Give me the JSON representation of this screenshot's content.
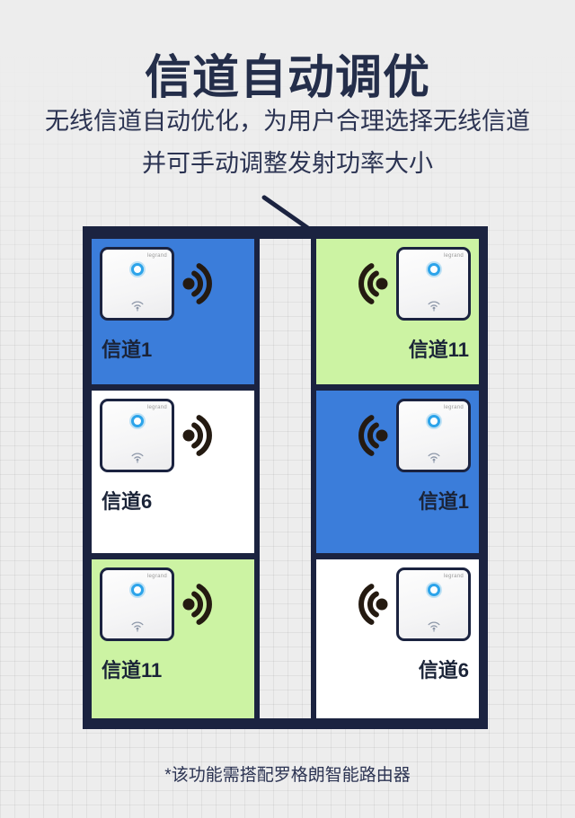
{
  "page": {
    "title": "信道自动调优",
    "subtitle_line1": "无线信道自动优化，为用户合理选择无线信道",
    "subtitle_line2": "并可手动调整发射功率大小",
    "footnote": "*该功能需搭配罗格朗智能路由器"
  },
  "device": {
    "brand": "legrand",
    "indicator_icon": "power-ring-icon",
    "front_icon": "wifi-icon"
  },
  "floorplan": {
    "left_column": {
      "rooms": [
        {
          "label": "信道1",
          "fill": "#3b7dda",
          "fill_name": "blue",
          "wave_direction": "right"
        },
        {
          "label": "信道6",
          "fill": "#ffffff",
          "fill_name": "white",
          "wave_direction": "right"
        },
        {
          "label": "信道11",
          "fill": "#ccf3a3",
          "fill_name": "green",
          "wave_direction": "right"
        }
      ]
    },
    "right_column": {
      "rooms": [
        {
          "label": "信道11",
          "fill": "#ccf3a3",
          "fill_name": "green",
          "wave_direction": "left"
        },
        {
          "label": "信道1",
          "fill": "#3b7dda",
          "fill_name": "blue",
          "wave_direction": "left"
        },
        {
          "label": "信道6",
          "fill": "#ffffff",
          "fill_name": "white",
          "wave_direction": "left"
        }
      ]
    }
  },
  "colors": {
    "background": "#ededed",
    "wall_navy": "#1b2340",
    "room_blue": "#3b7dda",
    "room_green": "#ccf3a3",
    "room_white": "#ffffff",
    "label_navy": "#1b2438",
    "wave_dark": "#241a11",
    "ring_blue": "#2da4ea"
  }
}
